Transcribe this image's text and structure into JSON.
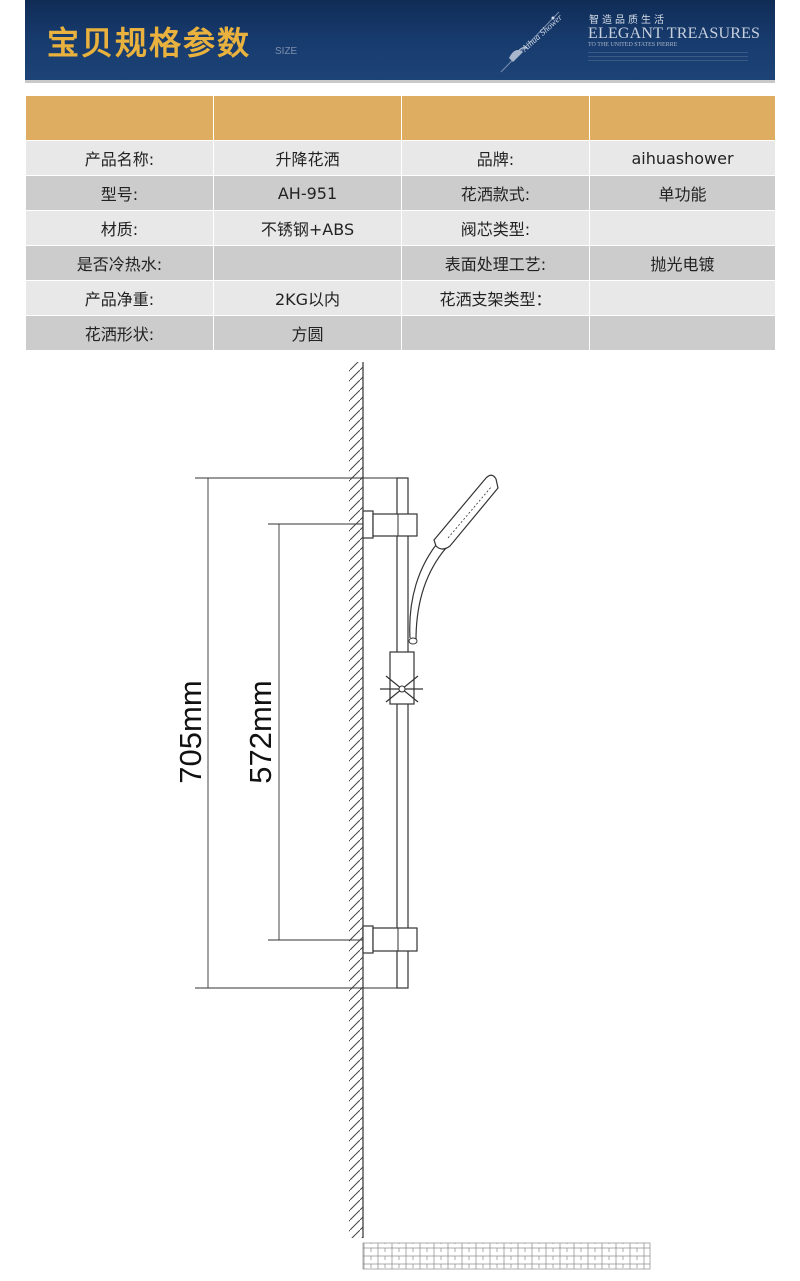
{
  "banner": {
    "title": "宝贝规格参数",
    "title_small": "SIZE",
    "tagline_cn": "智造品质生活",
    "tagline_en": "ELEGANT TREASURES",
    "tagline_sub": "TO THE UNITED STATES PIERRE",
    "logo_text": "Aihua Shower"
  },
  "spec_table": {
    "rows": [
      [
        "产品名称:",
        "升降花洒",
        "品牌:",
        "aihuashower"
      ],
      [
        "型号:",
        "AH-951",
        "花洒款式:",
        "单功能"
      ],
      [
        "材质:",
        "不锈钢+ABS",
        "阀芯类型:",
        ""
      ],
      [
        "是否冷热水:",
        "",
        "表面处理工艺:",
        "抛光电镀"
      ],
      [
        "产品净重:",
        "2KG以内",
        "花洒支架类型：",
        ""
      ],
      [
        "花洒形状:",
        "方圆",
        "",
        ""
      ]
    ]
  },
  "drawing": {
    "dimension_total": "705mm",
    "dimension_inner": "572mm"
  },
  "colors": {
    "banner_bg": "#173a6c",
    "title_gold": "#e9b13d",
    "table_header": "#dfad61",
    "row_light": "#e8e8e8",
    "row_dark": "#cccccc"
  }
}
